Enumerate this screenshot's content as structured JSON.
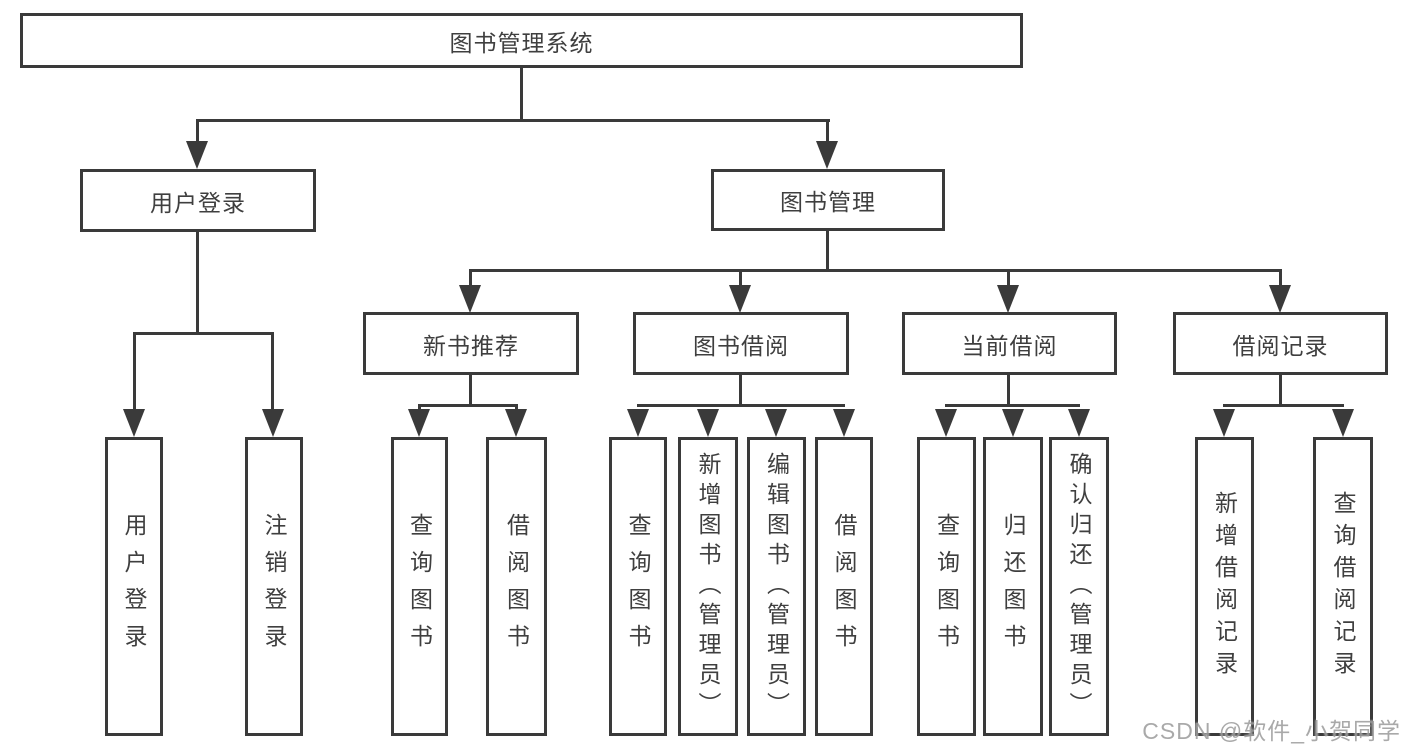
{
  "colors": {
    "line": "#3a3a3a",
    "text": "#3f3f3f",
    "background": "#ffffff",
    "watermark_gray": "#9e9e9e"
  },
  "tree": {
    "label": "图书管理系统",
    "children": [
      {
        "label": "用户登录",
        "leaves": [
          "用户登录",
          "注销登录"
        ]
      },
      {
        "label": "图书管理",
        "groups": [
          {
            "label": "新书推荐",
            "leaves": [
              "查询图书",
              "借阅图书"
            ]
          },
          {
            "label": "图书借阅",
            "leaves": [
              "查询图书",
              "新增图书（管理员）",
              "编辑图书（管理员）",
              "借阅图书"
            ]
          },
          {
            "label": "当前借阅",
            "leaves": [
              "查询图书",
              "归还图书",
              "确认归还（管理员）"
            ]
          },
          {
            "label": "借阅记录",
            "leaves": [
              "新增借阅记录",
              "查询借阅记录"
            ]
          }
        ]
      }
    ]
  },
  "watermark": "CSDN @软件_小贺同学"
}
